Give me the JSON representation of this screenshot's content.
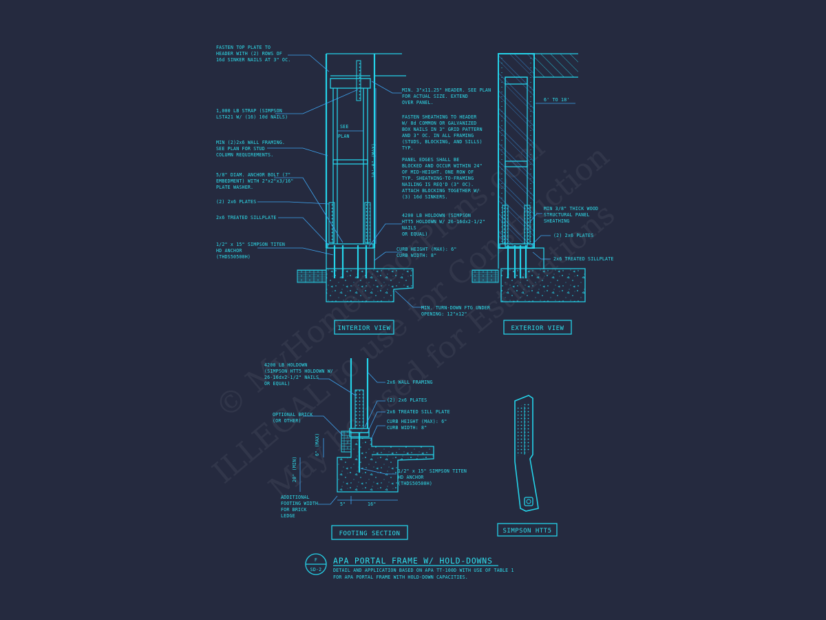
{
  "notes": {
    "int_top_plate": [
      "FASTEN TOP PLATE TO",
      "HEADER WITH (2) ROWS OF",
      "16d SINKER NAILS AT 3\" OC."
    ],
    "int_strap": [
      "1,000 LB STRAP (SIMPSON",
      "LSTA21 W/ (16) 10d NAILS)"
    ],
    "int_wall_framing": [
      "MIN (2)2x6 WALL FRAMING.",
      "SEE PLAN FOR STUD",
      "COLUMN REQUIREMENTS."
    ],
    "int_anchor_bolt": [
      "5/8\" DIAM. ANCHOR BOLT (7\"",
      "EMBEDMENT) WITH 2\"x2\"x3/16\"",
      "PLATE WASHER."
    ],
    "int_plates": [
      "(2) 2x6 PLATES"
    ],
    "int_sillplate": [
      "2x6 TREATED SILLPLATE"
    ],
    "int_titen": [
      "1/2\" x 15\" SIMPSON TITEN",
      "HD ANCHOR",
      "(THDS50500H)"
    ],
    "int_see_plan": [
      "SEE",
      "PLAN"
    ],
    "int_height": "10'-0\" (MAX)",
    "int_header": [
      "MIN. 3\"x11.25\" HEADER. SEE PLAN",
      "FOR ACTUAL SIZE. EXTEND",
      "OVER PANEL."
    ],
    "int_sheathing": [
      "FASTEN SHEATHING TO HEADER",
      "W/ 8d COMMON OR GALVANIZED",
      "BOX NAILS IN 3\" GRID PATTERN",
      "AND 3\" OC. IN ALL FRAMING",
      "(STUDS, BLOCKING, AND SILLS)",
      "TYP."
    ],
    "int_panel_edges": [
      "PANEL EDGES SHALL BE",
      "BLOCKED AND OCCUR WITHIN 24\"",
      "OF MID-HEIGHT.  ONE ROW OF",
      "TYP. SHEATHING-TO-FRAMING",
      "NAILING IS REQ'D (3\" OC).",
      "ATTACH BLOCKING TOGETHER W/",
      "(3) 16d SINKERS."
    ],
    "int_holdown": [
      "4200 LB HOLDOWN (SIMPSON",
      "HTT5 HOLDOWN W/ 26-16dx2-1/2\"",
      "NAILS",
      "OR EQUAL)"
    ],
    "int_curb": [
      "CURB HEIGHT (MAX): 6\"",
      "CURB WIDTH: 8\""
    ],
    "int_turn_down": [
      "MIN. TURN-DOWN FTG UNDER",
      "OPENING: 12\"x12\""
    ],
    "ext_range": "6' TO 18'",
    "ext_sheathing": [
      "MIN 3/8\" THICK WOOD",
      "STRUCTURAL PANEL",
      "SHEATHING"
    ],
    "ext_plates": [
      "(2) 2x6 PLATES"
    ],
    "ext_sillplate": [
      "2x6 TREATED SILLPLATE"
    ],
    "ftg_holdown": [
      "4200 LB HOLDOWN",
      "(SIMPSON HTT5 HOLDOWN W/",
      "26-16dx2-1/2\" NAILS",
      "OR EQUAL)"
    ],
    "ftg_wall": [
      "2x6 WALL FRAMING"
    ],
    "ftg_plates": [
      "(2) 2x6 PLATES"
    ],
    "ftg_sill": [
      "2x6 TREATED SILL PLATE"
    ],
    "ftg_curb": [
      "CURB HEIGHT (MAX): 6\"",
      "CURB WIDTH: 8\""
    ],
    "ftg_brick": [
      "OPTIONAL BRICK",
      "(OR OTHER)"
    ],
    "ftg_titen": [
      "1/2\" x 15\" SIMPSON TITEN",
      "HD ANCHOR",
      "(THDS50500H)"
    ],
    "ftg_additional": [
      "ADDITIONAL",
      "FOOTING WIDTH",
      "FOR BRICK",
      "LEDGE"
    ],
    "ftg_dim_6": "6\" (MAX)",
    "ftg_dim_20": "20\" (MIN)",
    "ftg_dim_5": "5\"",
    "ftg_dim_16": "16\""
  },
  "labels": {
    "interior_view": "INTERIOR VIEW",
    "exterior_view": "EXTERIOR VIEW",
    "footing_section": "FOOTING SECTION",
    "simpson_htt5": "SIMPSON HTT5"
  },
  "title_block": {
    "detail_letter": "F",
    "sheet": "SD-2",
    "title": "APA PORTAL FRAME W/ HOLD-DOWNS",
    "description": [
      "DETAIL AND APPLICATION BASED ON APA TT-100D WITH USE OF TABLE 1",
      "FOR APA PORTAL FRAME WITH HOLD-DOWN CAPACITIES."
    ]
  },
  "watermark": [
    "© MyHomeFloorPlans.com",
    "ILLEGAL to use for Construction",
    "May be used for Estimations"
  ],
  "colors": {
    "background": "#252a3f",
    "line": "#25d4ea",
    "leader": "#3fa8f5",
    "text": "#2fe0ee"
  }
}
